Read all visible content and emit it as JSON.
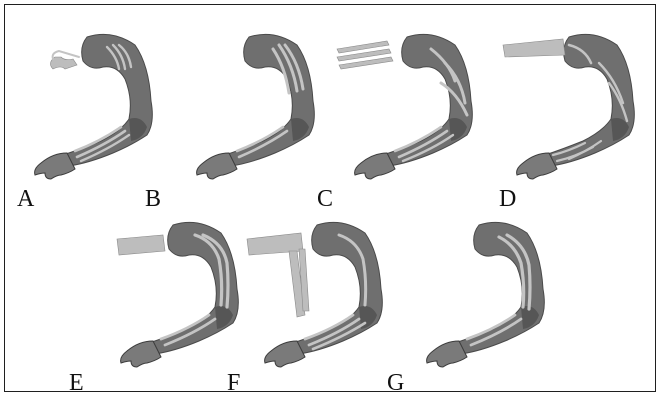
{
  "figure": {
    "panels": [
      {
        "label": "A"
      },
      {
        "label": "B"
      },
      {
        "label": "C"
      },
      {
        "label": "D"
      },
      {
        "label": "E"
      },
      {
        "label": "F"
      },
      {
        "label": "G"
      }
    ]
  },
  "colors": {
    "bone": "#6f6f6f",
    "muscle": "#c4c4c4",
    "border": "#1f1f1f"
  }
}
